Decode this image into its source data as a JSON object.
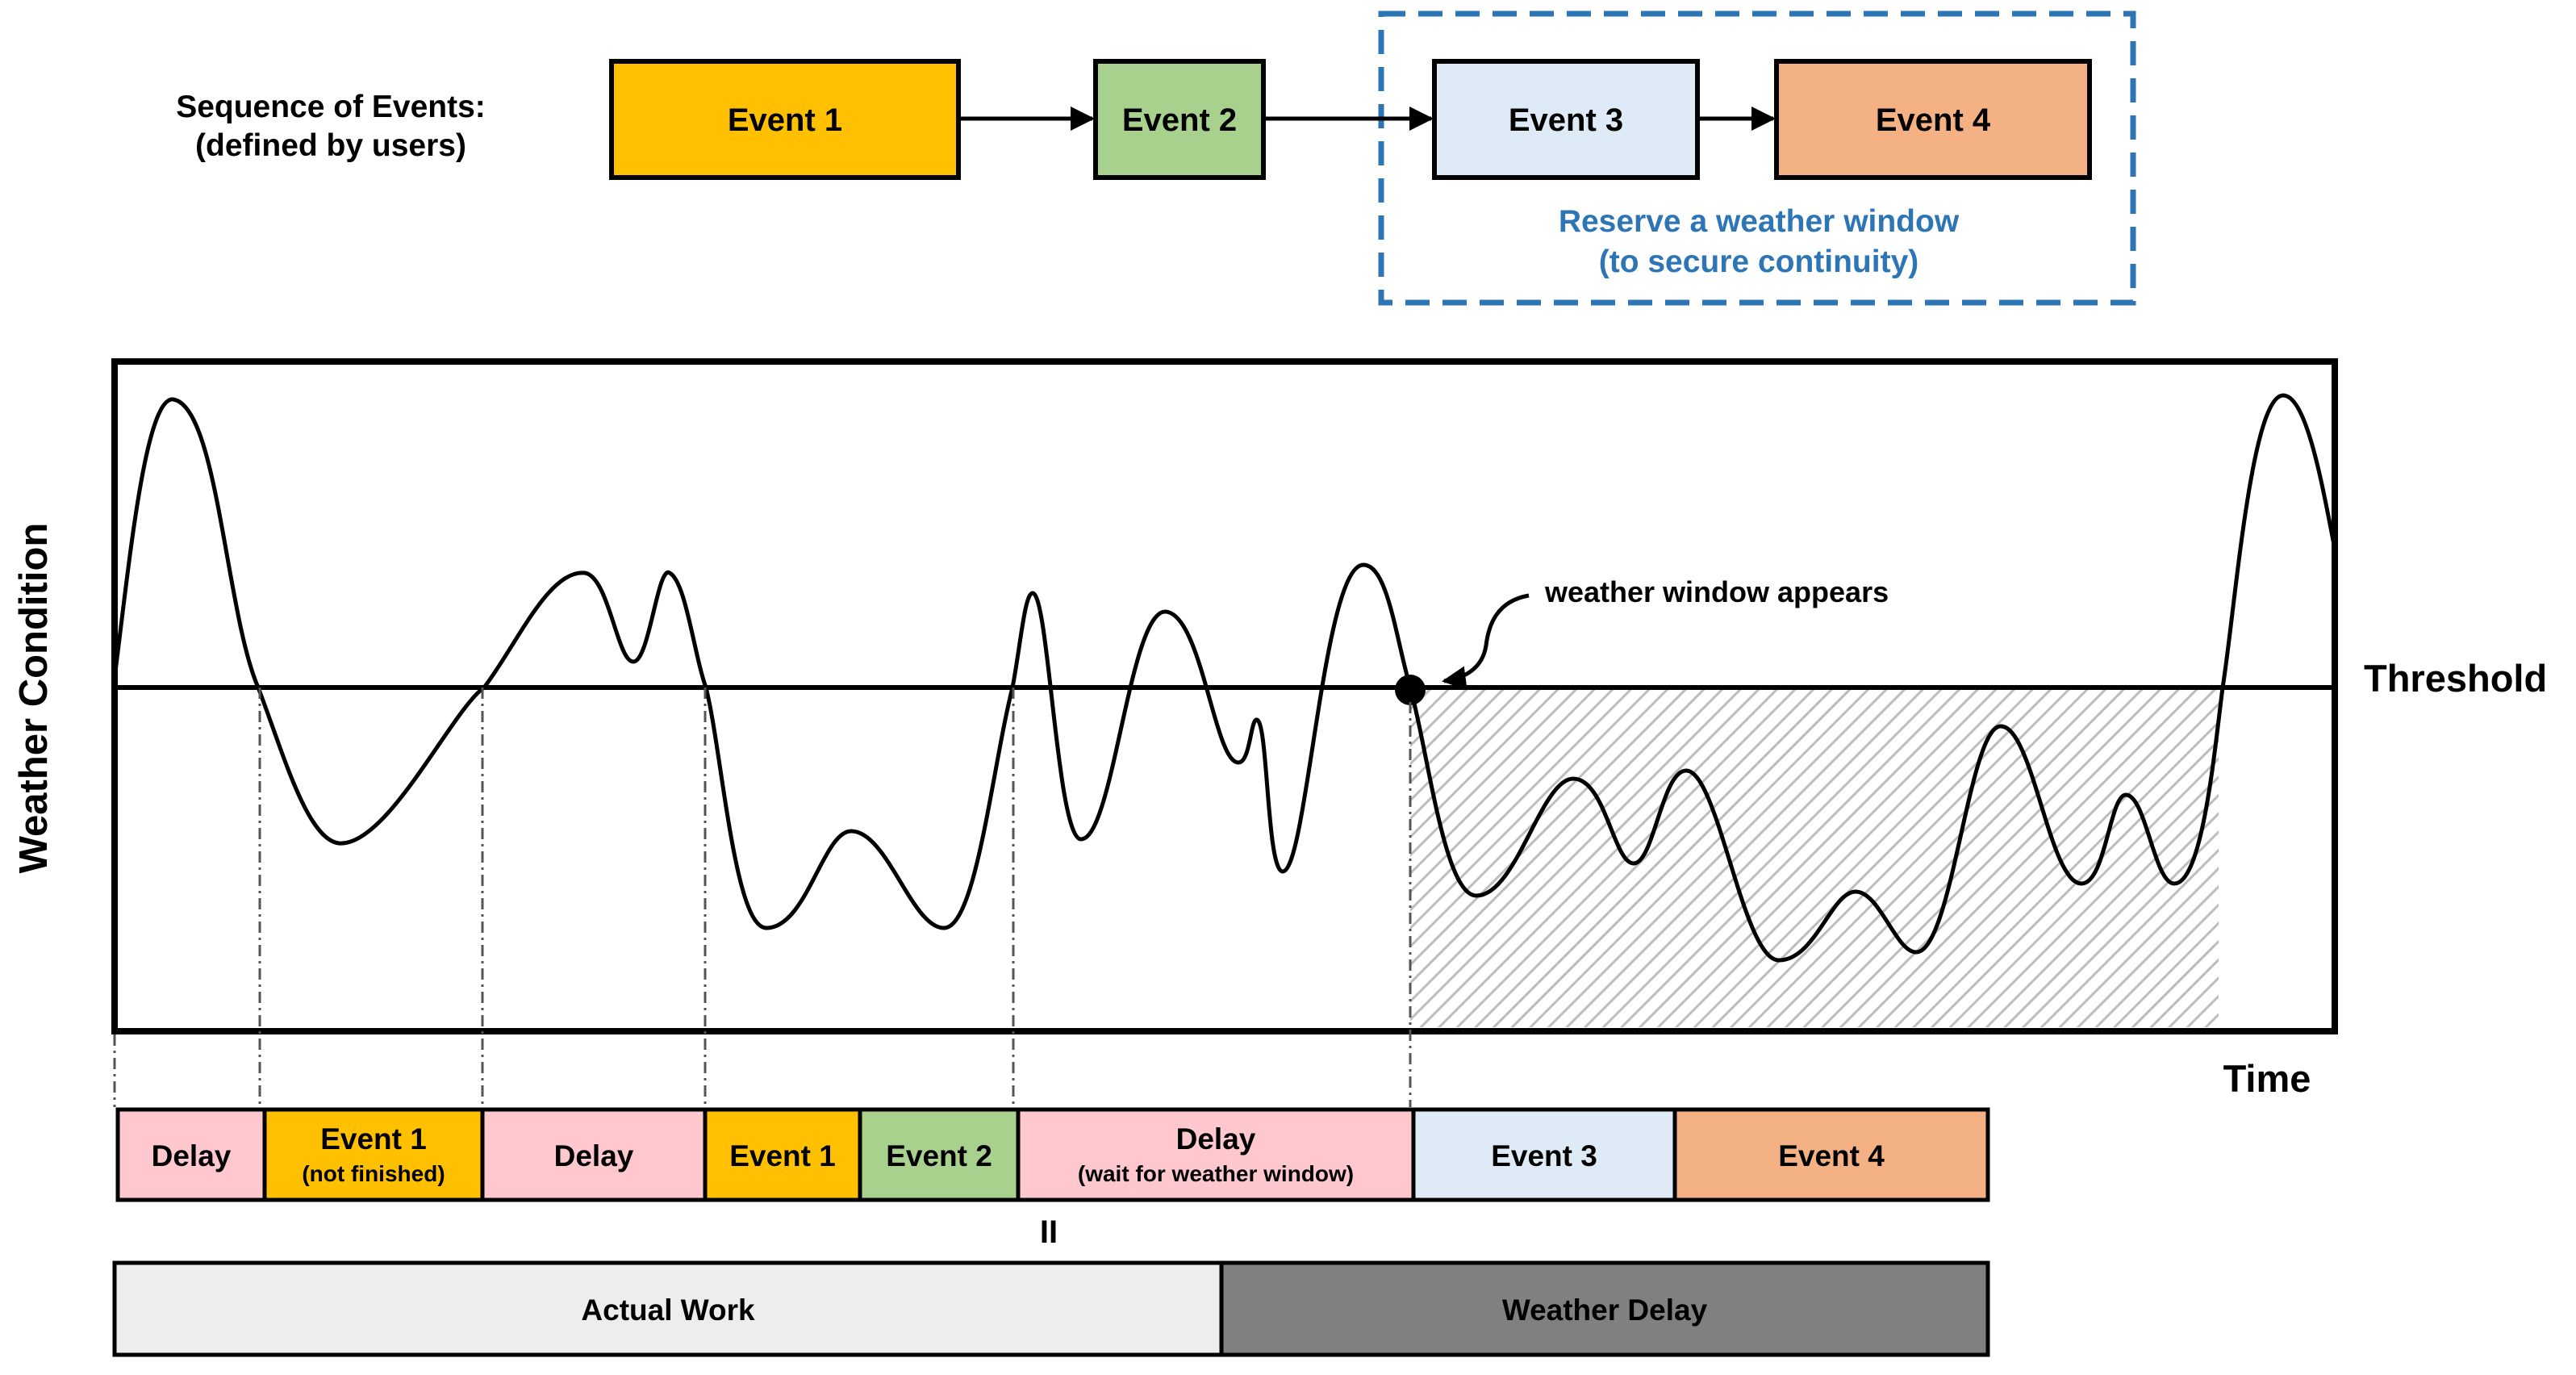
{
  "sequence": {
    "title_line1": "Sequence of Events:",
    "title_line2": "(defined by users)",
    "events": [
      {
        "label": "Event 1",
        "fill": "#ffc000"
      },
      {
        "label": "Event 2",
        "fill": "#a9d18e"
      },
      {
        "label": "Event 3",
        "fill": "#deebf7"
      },
      {
        "label": "Event 4",
        "fill": "#f4b183"
      }
    ],
    "reserve_line1": "Reserve a weather window",
    "reserve_line2": "(to secure continuity)",
    "reserve_color": "#2e75b6"
  },
  "plot": {
    "ylabel": "Weather Condition",
    "xlabel": "Time",
    "threshold_label": "Threshold",
    "annotation": "weather window appears"
  },
  "timeline": [
    {
      "label": "Delay",
      "sub": "",
      "fill": "#ffc7ce"
    },
    {
      "label": "Event 1",
      "sub": "(not finished)",
      "fill": "#ffc000"
    },
    {
      "label": "Delay",
      "sub": "",
      "fill": "#ffc7ce"
    },
    {
      "label": "Event 1",
      "sub": "",
      "fill": "#ffc000"
    },
    {
      "label": "Event 2",
      "sub": "",
      "fill": "#a9d18e"
    },
    {
      "label": "Delay",
      "sub": "(wait for weather window)",
      "fill": "#ffc7ce"
    },
    {
      "label": "Event 3",
      "sub": "",
      "fill": "#deebf7"
    },
    {
      "label": "Event 4",
      "sub": "",
      "fill": "#f4b183"
    }
  ],
  "equals_sign": "II",
  "summary": [
    {
      "label": "Actual Work",
      "fill": "#ededed",
      "text_color": "#000000"
    },
    {
      "label": "Weather Delay",
      "fill": "#808080",
      "text_color": "#000000"
    }
  ]
}
